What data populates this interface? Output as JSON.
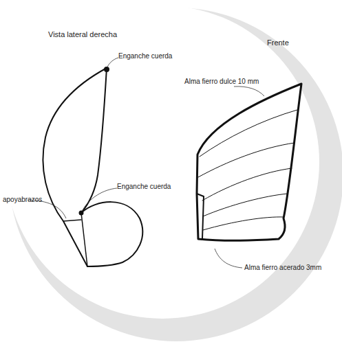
{
  "diagram": {
    "labels": [
      "Vista lateral derecha",
      "Frente",
      "Enganche cuerda",
      "Enganche cuerda",
      "apoyabrazos",
      "Alma fierro dulce 10 mm",
      "Alma fierro acerado 3mm"
    ]
  }
}
